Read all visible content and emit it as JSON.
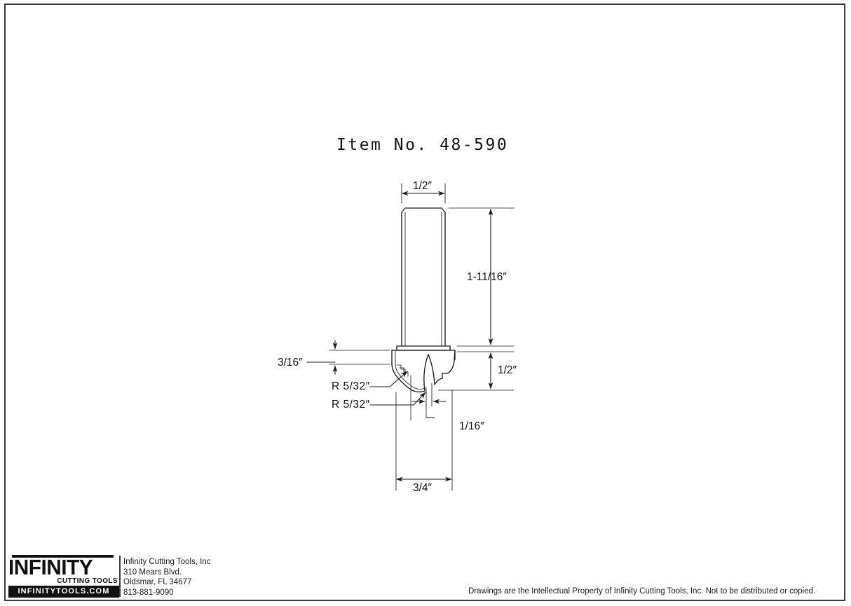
{
  "document": {
    "title": "Item No. 48-590",
    "type": "technical-drawing",
    "part": "router-bit-classical-ogee"
  },
  "dimensions": {
    "shank_diameter": "1/2″",
    "shank_length": "1-11/16″",
    "cutter_height": "1/2″",
    "cutter_diameter": "3/4″",
    "top_flat": "3/16″",
    "radius_upper": "R  5/32″",
    "radius_lower": "R  5/32″",
    "bottom_flat": "1/16″"
  },
  "footer": {
    "logo_word": "INFINITY",
    "logo_tagline": "CUTTING TOOLS",
    "logo_url": "INFINITYTOOLS.COM",
    "company": "Infinity Cutting Tools, Inc",
    "street": "310 Mears Blvd.",
    "city_state_zip": "Oldsmar, FL  34677",
    "phone": "813-881-9090",
    "copyright": "Drawings are the Intellectual Property of Infinity Cutting Tools, Inc. Not to be distributed or copied."
  },
  "colors": {
    "line": "#1a1a1a",
    "frame": "#3a3a3a",
    "text": "#141414",
    "background": "#ffffff",
    "logo_black": "#111111"
  }
}
